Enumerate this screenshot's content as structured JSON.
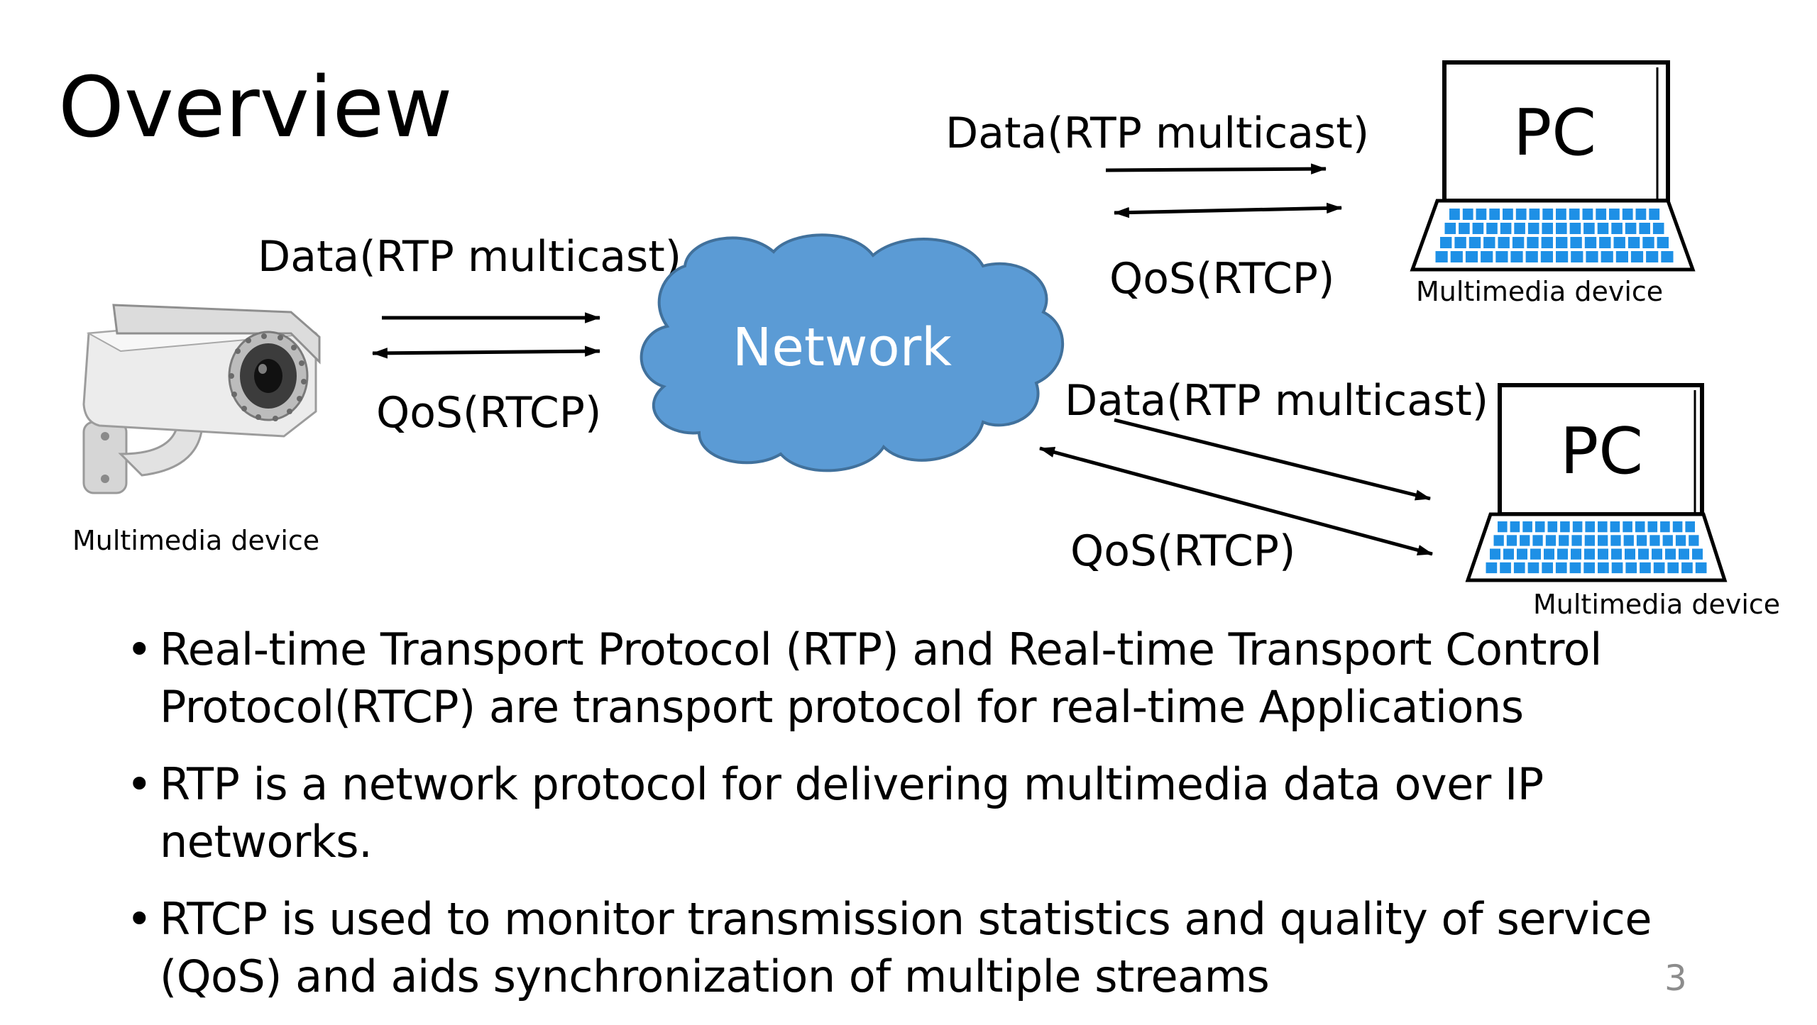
{
  "slide": {
    "title": "Overview",
    "page_number": "3"
  },
  "diagram": {
    "network_label": "Network",
    "camera": {
      "caption": "Multimedia device",
      "data_label": "Data(RTP multicast)",
      "qos_label": "QoS(RTCP)"
    },
    "pc_top": {
      "screen_label": "PC",
      "caption": "Multimedia device",
      "data_label": "Data(RTP multicast)",
      "qos_label": "QoS(RTCP)"
    },
    "pc_bottom": {
      "screen_label": "PC",
      "caption": "Multimedia device",
      "data_label": "Data(RTP multicast)",
      "qos_label": "QoS(RTCP)"
    },
    "colors": {
      "cloud_fill": "#5b9bd5",
      "cloud_stroke": "#41719c",
      "keyboard_keys": "#1e90e6"
    }
  },
  "bullets": [
    {
      "mark": "•",
      "text": "Real-time Transport Protocol (RTP) and Real-time Transport Control Protocol(RTCP) are transport protocol for real-time Applications"
    },
    {
      "mark": "•",
      "text": "RTP is a network protocol for delivering multimedia data over IP networks."
    },
    {
      "mark": "•",
      "text": "RTCP is used to monitor transmission statistics and quality of service (QoS) and aids synchronization of multiple streams"
    }
  ]
}
